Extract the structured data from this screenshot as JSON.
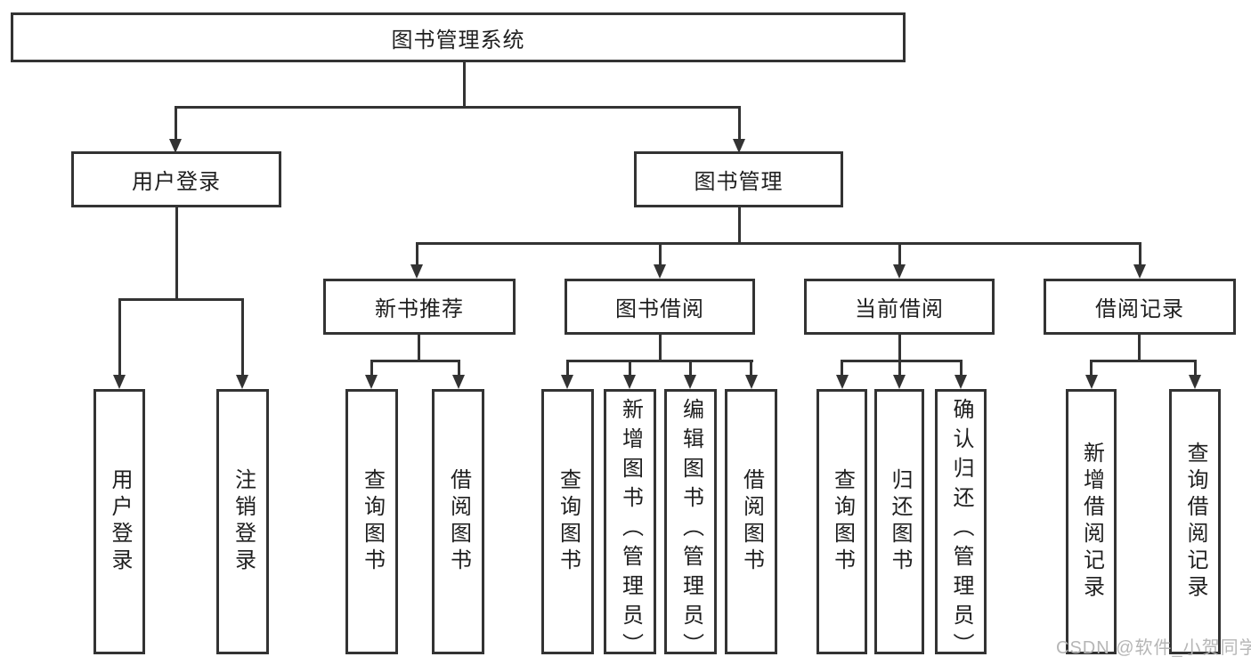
{
  "diagram": {
    "title": "图书管理系统",
    "branches": [
      {
        "label": "用户登录",
        "leaves": [
          "用户登录",
          "注销登录"
        ]
      },
      {
        "label": "图书管理",
        "children": [
          {
            "label": "新书推荐",
            "leaves": [
              "查询图书",
              "借阅图书"
            ]
          },
          {
            "label": "图书借阅",
            "leaves": [
              "查询图书",
              "新增图书（管理员）",
              "编辑图书（管理员）",
              "借阅图书"
            ]
          },
          {
            "label": "当前借阅",
            "leaves": [
              "查询图书",
              "归还图书",
              "确认归还（管理员）"
            ]
          },
          {
            "label": "借阅记录",
            "leaves": [
              "新增借阅记录",
              "查询借阅记录"
            ]
          }
        ]
      }
    ]
  },
  "watermark": "CSDN @软件_小贺同学",
  "colors": {
    "line": "#333333",
    "text": "#1f1f1f",
    "watermark": "#b6b6b6",
    "background": "#ffffff"
  }
}
